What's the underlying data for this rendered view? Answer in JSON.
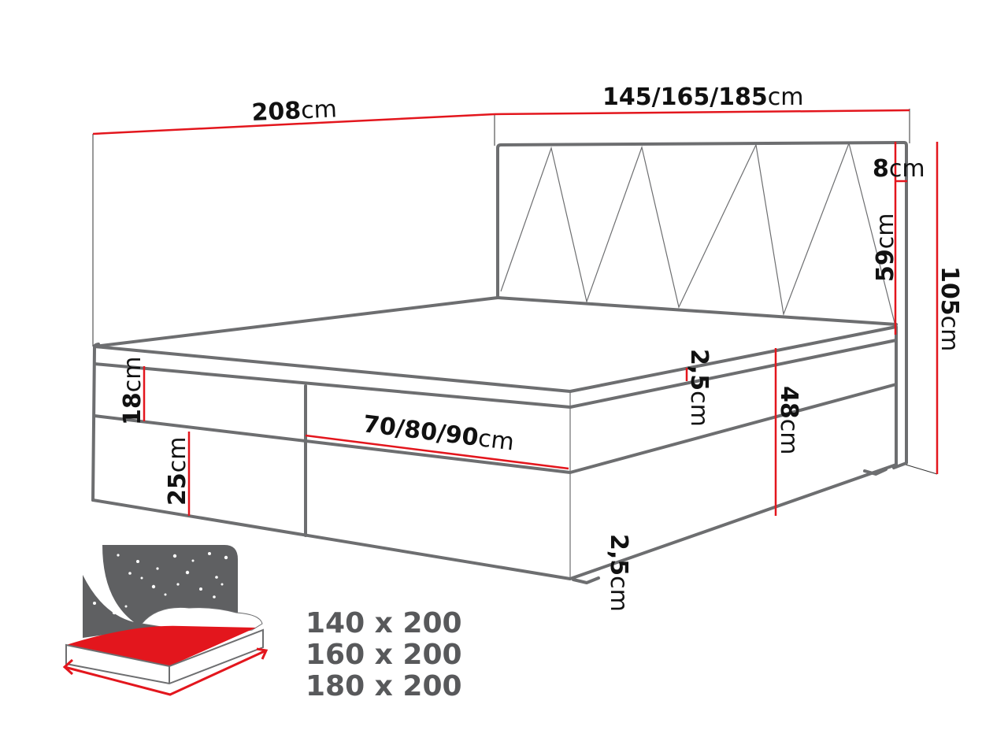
{
  "colors": {
    "outline": "#6d6e70",
    "dimension": "#e3161d",
    "icon_dark": "#5f6062"
  },
  "dimensions": {
    "length": {
      "value": "208",
      "unit": "cm"
    },
    "width": {
      "value": "145/165/185",
      "unit": "cm"
    },
    "headboard_top": {
      "value": "8",
      "unit": "cm"
    },
    "headboard_panel": {
      "value": "59",
      "unit": "cm"
    },
    "total_height": {
      "value": "105",
      "unit": "cm"
    },
    "topper": {
      "value": "18",
      "unit": "cm"
    },
    "base": {
      "value": "25",
      "unit": "cm"
    },
    "side_width": {
      "value": "70/80/90",
      "unit": "cm"
    },
    "top_layer": {
      "value": "2,5",
      "unit": "cm"
    },
    "bed_height": {
      "value": "48",
      "unit": "cm"
    },
    "feet": {
      "value": "2,5",
      "unit": "cm"
    }
  },
  "icon": "bed-night-sleep-icon",
  "sizes": [
    "140 x 200",
    "160 x 200",
    "180 x 200"
  ]
}
